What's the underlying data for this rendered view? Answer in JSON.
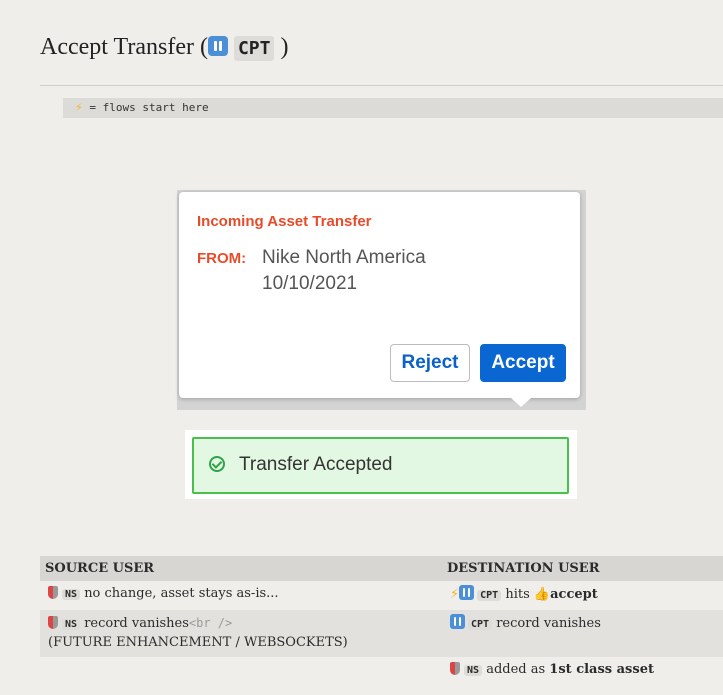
{
  "page": {
    "title_prefix": "Accept Transfer (",
    "title_code": "CPT",
    "title_suffix": ")"
  },
  "legend": {
    "symbol": "⚡",
    "text": "= flows start here"
  },
  "modal": {
    "heading": "Incoming Asset Transfer",
    "from_label": "FROM:",
    "from_name": "Nike North America",
    "from_date": "10/10/2021",
    "reject_label": "Reject",
    "accept_label": "Accept"
  },
  "toast": {
    "text": "Transfer Accepted",
    "border_color": "#49c04c",
    "background": "#e3f8e2"
  },
  "table": {
    "headers": [
      "SOURCE USER",
      "DESTINATION USER"
    ],
    "rows": [
      {
        "source": {
          "code": "NS",
          "text": "no change, asset stays as-is..."
        },
        "destination": {
          "bolt": "⚡",
          "code": "CPT",
          "text": "hits",
          "thumb": "👍",
          "bold": "accept"
        }
      },
      {
        "source": {
          "code": "NS",
          "text": "record vanishes",
          "br": "<br />",
          "line2": "(FUTURE ENHANCEMENT / WEBSOCKETS)"
        },
        "destination": {
          "code": "CPT",
          "text": "record vanishes"
        }
      },
      {
        "source": {},
        "destination": {
          "code": "NS",
          "text": "added as",
          "bold": "1st class asset"
        }
      }
    ]
  },
  "icons": {
    "pause": "pause-button-icon",
    "shield": "shield-icon",
    "bolt": "lightning-icon",
    "thumb": "thumbs-up-icon",
    "check": "check-circle-icon"
  },
  "colors": {
    "accent_blue": "#0a66d0",
    "heading_orange": "#e74c2a",
    "success_green": "#49c04c"
  }
}
